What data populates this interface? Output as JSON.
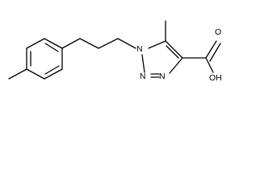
{
  "molecule": {
    "atoms": {
      "n1": "N",
      "n2": "N",
      "n3": "N",
      "o_carbonyl": "O",
      "oh": "OH"
    }
  },
  "colors": {
    "bond": "#000000",
    "text": "#000000",
    "background": "#ffffff"
  }
}
